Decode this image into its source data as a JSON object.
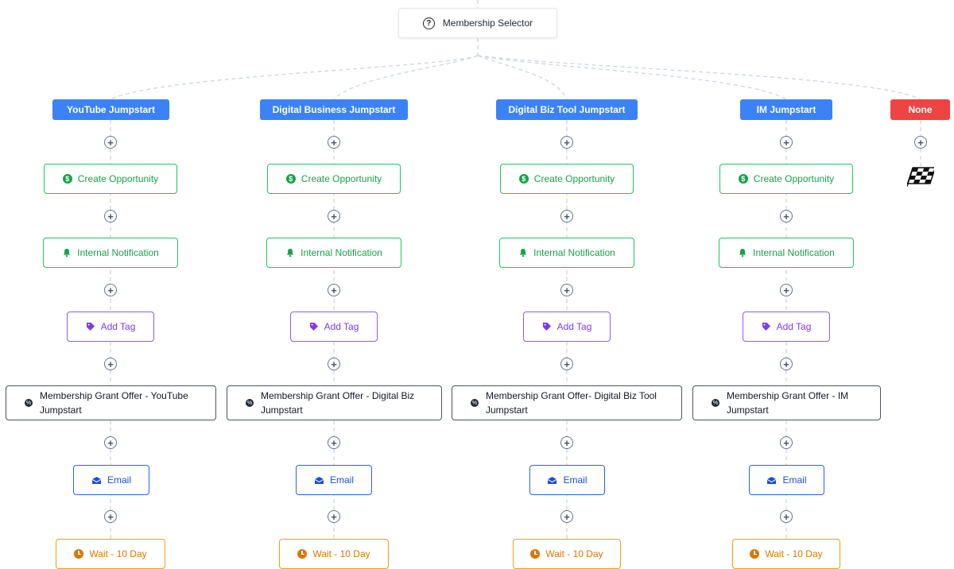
{
  "root": {
    "label": "Membership Selector",
    "icon": "question-circle-icon"
  },
  "plus_symbol": "+",
  "branches": [
    {
      "label": "YouTube Jumpstart",
      "color": "#3b82f6",
      "steps": {
        "create_opportunity": "Create Opportunity",
        "internal_notification": "Internal Notification",
        "add_tag": "Add Tag",
        "grant_offer": {
          "line1": "Membership Grant Offer - YouTube",
          "line2": "Jumpstart"
        },
        "email": "Email",
        "wait": "Wait - 10 Day"
      }
    },
    {
      "label": "Digital Business Jumpstart",
      "color": "#3b82f6",
      "steps": {
        "create_opportunity": "Create Opportunity",
        "internal_notification": "Internal Notification",
        "add_tag": "Add Tag",
        "grant_offer": {
          "line1": "Membership Grant Offer - Digital Biz",
          "line2": "Jumpstart"
        },
        "email": "Email",
        "wait": "Wait - 10 Day"
      }
    },
    {
      "label": "Digital Biz Tool Jumpstart",
      "color": "#3b82f6",
      "steps": {
        "create_opportunity": "Create Opportunity",
        "internal_notification": "Internal Notification",
        "add_tag": "Add Tag",
        "grant_offer": {
          "line1": "Membership Grant Offer- Digital Biz Tool",
          "line2": "Jumpstart"
        },
        "email": "Email",
        "wait": "Wait - 10 Day"
      }
    },
    {
      "label": "IM Jumpstart",
      "color": "#3b82f6",
      "steps": {
        "create_opportunity": "Create Opportunity",
        "internal_notification": "Internal Notification",
        "add_tag": "Add Tag",
        "grant_offer": {
          "line1": "Membership Grant Offer - IM",
          "line2": "Jumpstart"
        },
        "email": "Email",
        "wait": "Wait - 10 Day"
      }
    },
    {
      "label": "None",
      "color": "#ef4444",
      "end_icon": "checkered-flag-icon"
    }
  ],
  "colors": {
    "action_green": "#16a34a",
    "tag_purple": "#7c3aed",
    "email_blue": "#1d4ed8",
    "wait_orange": "#d97706",
    "connector_gray": "#cbd5e1"
  }
}
